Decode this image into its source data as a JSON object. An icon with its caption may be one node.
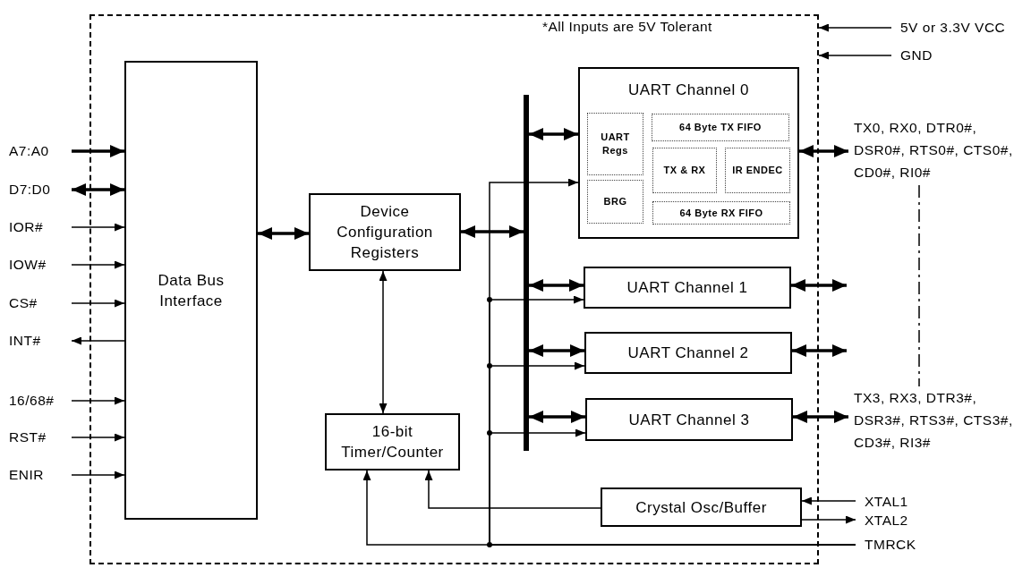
{
  "diagram": {
    "nodes": [
      {
        "text": [],
        "shape": "box"
      },
      {
        "text": [
          "Data Bus Interface"
        ],
        "in": 0
      },
      {
        "text": [
          "Device Configuration Registers"
        ],
        "in": 0
      },
      {
        "text": [
          "16-bit Timer/Counter"
        ],
        "in": 0
      },
      {
        "text": [],
        "shape": "bar",
        "in": 0
      },
      {
        "text": [
          "UART Channel 0"
        ],
        "in": 0
      },
      {
        "text": [
          "UART Regs"
        ],
        "in": 5
      },
      {
        "text": [
          "64 Byte TX FIFO"
        ],
        "in": 5
      },
      {
        "text": [
          "TX & RX"
        ],
        "in": 5
      },
      {
        "text": [
          "IR ENDEC"
        ],
        "in": 5
      },
      {
        "text": [
          "BRG"
        ],
        "in": 5
      },
      {
        "text": [
          "64 Byte RX FIFO"
        ],
        "in": 5
      },
      {
        "text": [
          "UART Channel 1"
        ],
        "in": 0
      },
      {
        "text": [
          "UART Channel 2"
        ],
        "in": 0
      },
      {
        "text": [
          "UART Channel 3"
        ],
        "in": 0
      },
      {
        "text": [
          "Crystal Osc/Buffer"
        ],
        "in": 0
      },
      {
        "text": [
          "A7:A0"
        ]
      },
      {
        "text": [
          "D7:D0"
        ]
      },
      {
        "text": [
          "IOR#"
        ]
      },
      {
        "text": [
          "IOW#"
        ]
      },
      {
        "text": [
          "CS#"
        ]
      },
      {
        "text": [
          "INT#"
        ]
      },
      {
        "text": [
          "16/68#"
        ]
      },
      {
        "text": [
          "RST#"
        ]
      },
      {
        "text": [
          "ENIR"
        ]
      },
      {
        "text": [
          "5V or 3.3V VCC"
        ]
      },
      {
        "text": [
          "GND"
        ]
      },
      {
        "text": [
          "TX0, RX0, DTR0#, DSR0#, RTS0#, CTS0#, CD0#, RI0#"
        ]
      },
      {
        "text": [
          "TX3, RX3, DTR3#, DSR3#, RTS3#, CTS3#, CD3#, RI3#"
        ]
      },
      {
        "text": [
          "XTAL1"
        ]
      },
      {
        "text": [
          "XTAL2"
        ]
      },
      {
        "text": [
          "TMRCK"
        ]
      }
    ],
    "edges": [
      {
        "from": 16,
        "to": 1,
        "arrow": "to",
        "style": "thick"
      },
      {
        "from": 17,
        "to": 1,
        "arrow": "both",
        "style": "thick"
      },
      {
        "from": 18,
        "to": 1,
        "arrow": "to"
      },
      {
        "from": 19,
        "to": 1,
        "arrow": "to"
      },
      {
        "from": 20,
        "to": 1,
        "arrow": "to"
      },
      {
        "from": 1,
        "to": 21,
        "arrow": "to"
      },
      {
        "from": 22,
        "to": 1,
        "arrow": "to"
      },
      {
        "from": 23,
        "to": 1,
        "arrow": "to"
      },
      {
        "from": 24,
        "to": 1,
        "arrow": "to"
      },
      {
        "from": 25,
        "to": 0,
        "arrow": "to"
      },
      {
        "from": 26,
        "to": 0,
        "arrow": "to"
      },
      {
        "from": 1,
        "to": 2,
        "arrow": "both",
        "style": "thick"
      },
      {
        "from": 2,
        "to": 4,
        "arrow": "both",
        "style": "thick"
      },
      {
        "from": 2,
        "to": 3,
        "arrow": "both"
      },
      {
        "from": 4,
        "to": 5,
        "arrow": "both",
        "style": "thick"
      },
      {
        "from": 4,
        "to": 12,
        "arrow": "both",
        "style": "thick"
      },
      {
        "from": 4,
        "to": 13,
        "arrow": "both",
        "style": "thick"
      },
      {
        "from": 4,
        "to": 14,
        "arrow": "both",
        "style": "thick"
      },
      {
        "from": 5,
        "to": 27,
        "arrow": "both",
        "style": "thick"
      },
      {
        "from": 12,
        "to": null,
        "arrow": "both",
        "style": "thick"
      },
      {
        "from": 13,
        "to": null,
        "arrow": "both",
        "style": "thick"
      },
      {
        "from": 14,
        "to": 28,
        "arrow": "both",
        "style": "thick"
      },
      {
        "from": 27,
        "to": 28,
        "arrow": "none",
        "style": "dashed"
      },
      {
        "from": 29,
        "to": 15,
        "arrow": "to"
      },
      {
        "from": 15,
        "to": 30,
        "arrow": "to"
      },
      {
        "from": 15,
        "to": 3,
        "arrow": "to"
      },
      {
        "from": 31,
        "to": 3,
        "arrow": "to"
      },
      {
        "from": 31,
        "to": 5,
        "arrow": "to"
      },
      {
        "from": 31,
        "to": 12,
        "arrow": "to"
      },
      {
        "from": 31,
        "to": 13,
        "arrow": "to"
      },
      {
        "from": 31,
        "to": 14,
        "arrow": "to"
      }
    ],
    "labels": [
      "*All Inputs are 5V Tolerant"
    ]
  }
}
